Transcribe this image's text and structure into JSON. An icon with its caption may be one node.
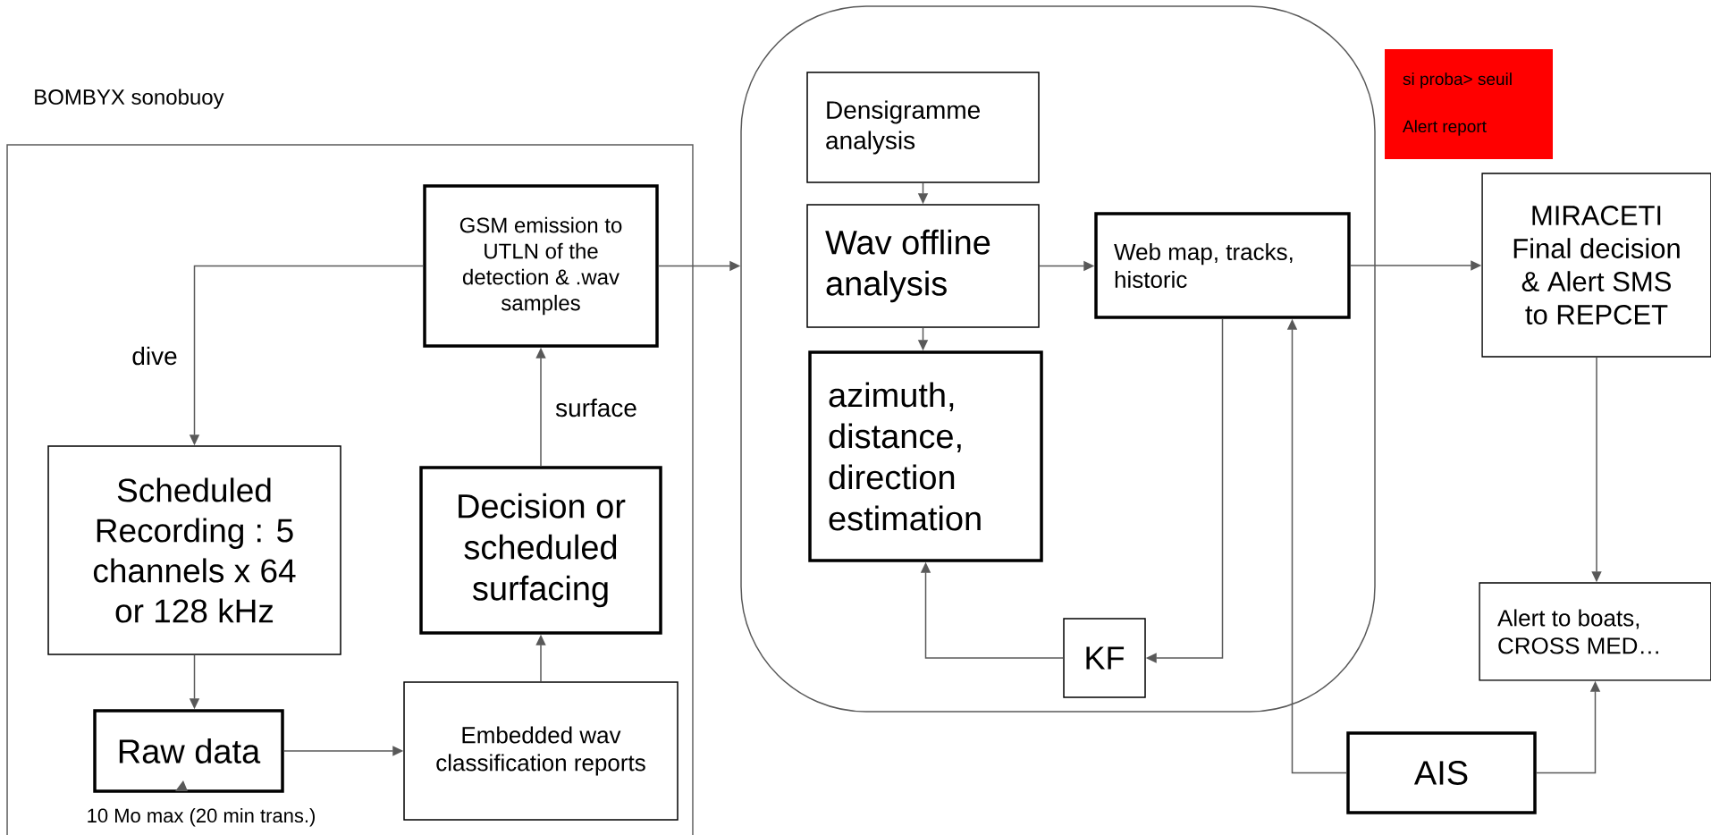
{
  "diagram": {
    "nodes": [
      {
        "text": [
          "BOMBYX sonobuoy"
        ]
      },
      {
        "text": [
          "GSM emission to UTLN of the detection & .wav samples"
        ],
        "in": 0
      },
      {
        "text": [
          "Scheduled Recording : 5 channels x 64 or 128 kHz"
        ],
        "in": 0
      },
      {
        "text": [
          "Decision or scheduled surfacing"
        ],
        "in": 0
      },
      {
        "text": [
          "Raw data"
        ],
        "in": 0,
        "beside": [
          "10 Mo max (20 min trans.)"
        ]
      },
      {
        "text": [
          "Embedded wav classification reports"
        ],
        "in": 0
      },
      {
        "text": [],
        "shape": "box"
      },
      {
        "text": [
          "Densigramme analysis"
        ],
        "in": 6
      },
      {
        "text": [
          "Wav offline analysis"
        ],
        "in": 6
      },
      {
        "text": [
          "azimuth, distance, direction estimation"
        ],
        "in": 6
      },
      {
        "text": [
          "Web map, tracks, historic"
        ],
        "in": 6
      },
      {
        "text": [
          "KF"
        ],
        "in": 6
      },
      {
        "text": [
          "si proba> seuil",
          "Alert report"
        ]
      },
      {
        "text": [
          "MIRACETI Final decision &  Alert SMS to REPCET"
        ]
      },
      {
        "text": [
          "Alert to boats, CROSS MED…"
        ]
      },
      {
        "text": [
          "AIS"
        ]
      }
    ],
    "edges": [
      {
        "from": 1,
        "to": 2,
        "arrow": "to",
        "label": "dive"
      },
      {
        "from": 2,
        "to": 4,
        "arrow": "to"
      },
      {
        "from": 4,
        "to": 5,
        "arrow": "to"
      },
      {
        "from": 5,
        "to": 3,
        "arrow": "to"
      },
      {
        "from": 3,
        "to": 1,
        "arrow": "to",
        "label": "surface"
      },
      {
        "from": 1,
        "to": 6,
        "arrow": "to"
      },
      {
        "from": 7,
        "to": 8,
        "arrow": "to"
      },
      {
        "from": 8,
        "to": 9,
        "arrow": "to"
      },
      {
        "from": 8,
        "to": 10,
        "arrow": "to"
      },
      {
        "from": 10,
        "to": 11,
        "arrow": "to"
      },
      {
        "from": 11,
        "to": 9,
        "arrow": "to"
      },
      {
        "from": 10,
        "to": 13,
        "arrow": "to"
      },
      {
        "from": 13,
        "to": 14,
        "arrow": "to"
      },
      {
        "from": 15,
        "to": 10,
        "arrow": "to"
      },
      {
        "from": 15,
        "to": 14,
        "arrow": "to"
      }
    ]
  }
}
